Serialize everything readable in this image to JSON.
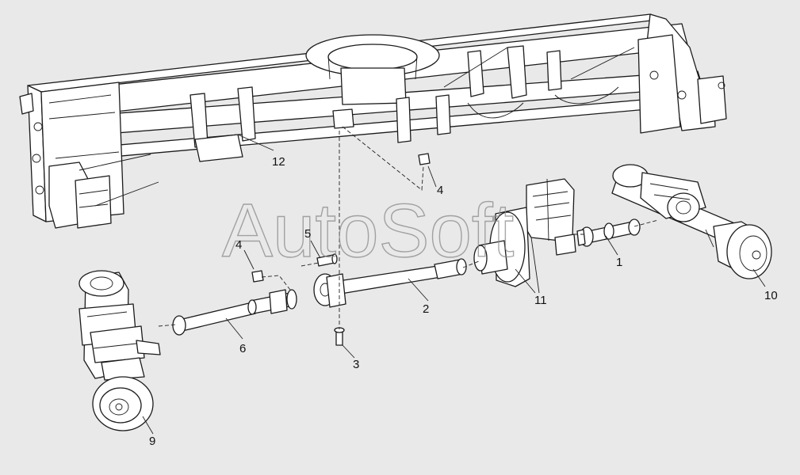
{
  "watermark": "AutoSoft",
  "callouts": {
    "c1": "1",
    "c2": "2",
    "c3": "3",
    "c4a": "4",
    "c4b": "4",
    "c5": "5",
    "c6": "6",
    "c9": "9",
    "c10": "10",
    "c11": "11",
    "c12": "12"
  }
}
